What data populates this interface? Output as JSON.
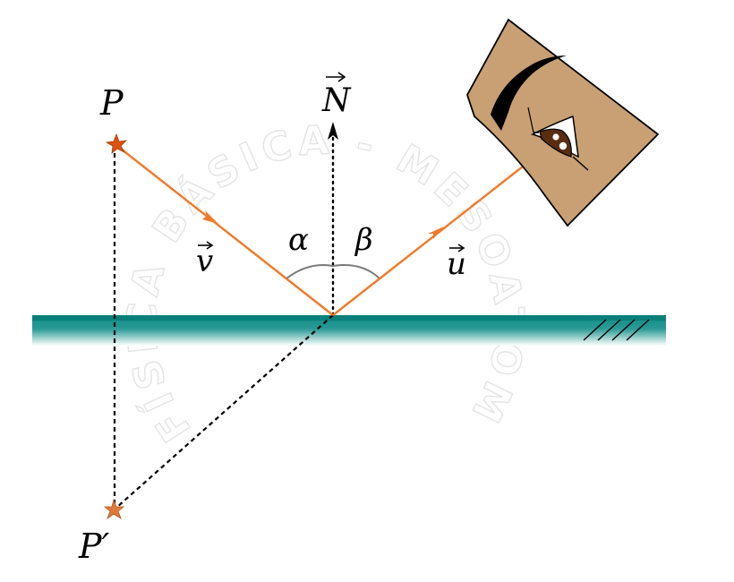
{
  "labels": {
    "point": "P",
    "image_point": "P′",
    "normal_vector": "N",
    "incident_vector": "v",
    "reflected_vector": "u",
    "incident_angle": "α",
    "reflected_angle": "β"
  },
  "watermark": {
    "arc_text": "FÍSICA BÁSICA - MESOATOMIC.COM - "
  },
  "colors": {
    "ray": "#f07a2a",
    "mirror_top": "#0f8c86",
    "mirror_bottom": "#ffffff",
    "star_object": "#d9530f",
    "star_image": "#e07a3a",
    "skin": "#c8a074",
    "angle_arc": "#7a7a7a",
    "watermark": "#d8d8d8"
  },
  "icons": {
    "object_marker": "star-icon",
    "observer": "eye-icon"
  }
}
